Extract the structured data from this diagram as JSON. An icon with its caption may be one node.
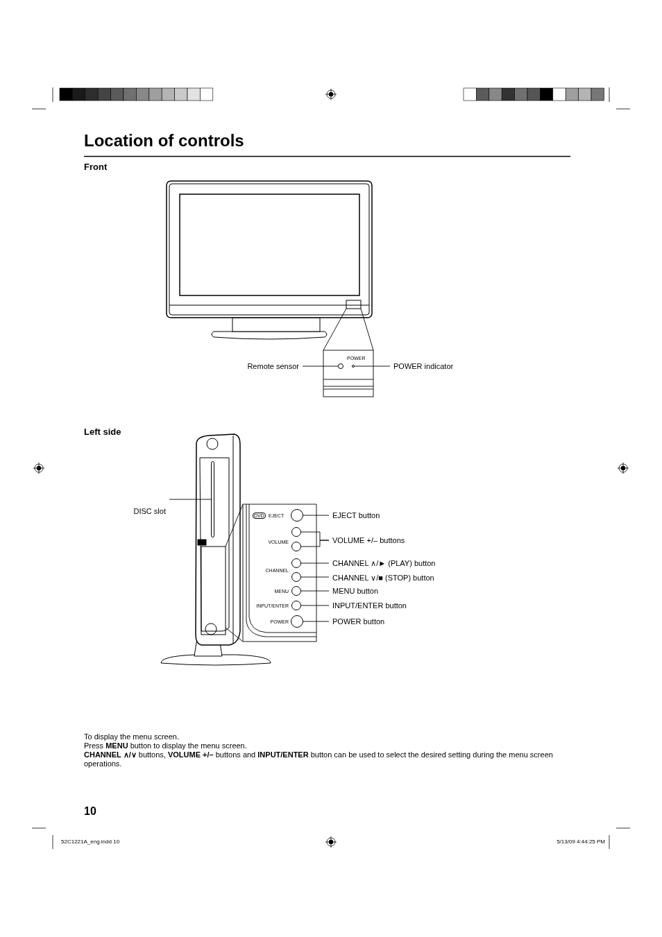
{
  "diagram": {
    "title": "Location of controls",
    "nodes": [
      {
        "text": [
          "Remote sensor"
        ]
      },
      {
        "text": [],
        "shape": "circle"
      },
      {
        "text": [
          "POWER indicator"
        ]
      },
      {
        "text": [],
        "shape": "circle"
      },
      {
        "text": [
          "DISC slot"
        ]
      },
      {
        "text": [],
        "shape": "bar"
      },
      {
        "text": [
          "EJECT button"
        ]
      },
      {
        "text": [],
        "shape": "circle"
      },
      {
        "text": [
          "VOLUME +/– buttons"
        ]
      },
      {
        "text": [],
        "shape": "circle"
      },
      {
        "text": [],
        "shape": "circle"
      },
      {
        "text": [
          "CHANNEL ∧/► (PLAY) button"
        ]
      },
      {
        "text": [],
        "shape": "circle"
      },
      {
        "text": [
          "CHANNEL ∨/■ (STOP) button"
        ]
      },
      {
        "text": [],
        "shape": "circle"
      },
      {
        "text": [
          "MENU button"
        ]
      },
      {
        "text": [],
        "shape": "circle"
      },
      {
        "text": [
          "INPUT/ENTER button"
        ]
      },
      {
        "text": [],
        "shape": "circle"
      },
      {
        "text": [
          "POWER button"
        ]
      },
      {
        "text": [],
        "shape": "circle"
      }
    ],
    "edges": [
      {
        "from": 0,
        "to": 1,
        "arrow": "none"
      },
      {
        "from": 2,
        "to": 3,
        "arrow": "none"
      },
      {
        "from": 4,
        "to": 5,
        "arrow": "none"
      },
      {
        "from": 6,
        "to": 7,
        "arrow": "none"
      },
      {
        "from": 8,
        "to": 9,
        "arrow": "none"
      },
      {
        "from": 8,
        "to": 10,
        "arrow": "none"
      },
      {
        "from": 11,
        "to": 12,
        "arrow": "none"
      },
      {
        "from": 13,
        "to": 14,
        "arrow": "none"
      },
      {
        "from": 15,
        "to": 16,
        "arrow": "none"
      },
      {
        "from": 17,
        "to": 18,
        "arrow": "none"
      },
      {
        "from": 19,
        "to": 20,
        "arrow": "none"
      }
    ],
    "labels": [
      "Front",
      "POWER",
      "Left side",
      "DVD",
      "EJECT",
      "VOLUME",
      "CHANNEL",
      "MENU",
      "INPUT/ENTER",
      "POWER",
      "To display the menu screen.",
      "Press **MENU** button to display the menu screen.",
      "**CHANNEL ∧/∨** buttons, **VOLUME +/–** buttons and **INPUT/ENTER** button can be used to select the desired setting during the menu screen operations.",
      "10",
      "52C1221A_eng.indd 10",
      "5/13/09 4:44:25 PM"
    ]
  }
}
